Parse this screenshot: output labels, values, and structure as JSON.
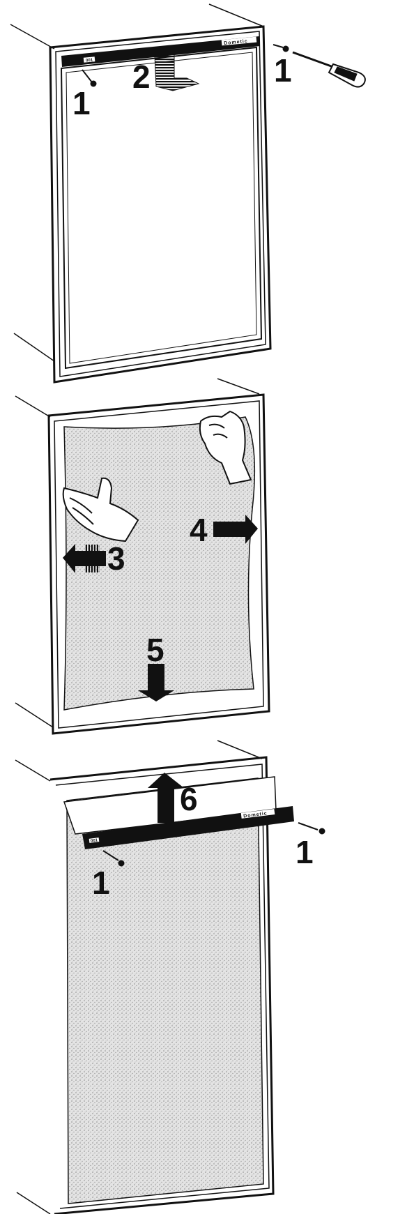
{
  "panels": [
    {
      "id": "panel-top",
      "steps": {
        "screw_left": "1",
        "slide_panel": "2",
        "screw_right": "1"
      },
      "frame_brand": "Dometic"
    },
    {
      "id": "panel-middle",
      "steps": {
        "pull_left": "3",
        "pull_right": "4",
        "slide_down": "5"
      }
    },
    {
      "id": "panel-bottom",
      "steps": {
        "lift_up": "6",
        "screw_left": "1",
        "screw_right": "1"
      },
      "frame_brand": "Dometic"
    }
  ],
  "colors": {
    "ink": "#111111",
    "panel_fill": "#d8d8d8",
    "background": "#ffffff"
  },
  "icons": [
    "screw-icon",
    "screwdriver-icon",
    "hand-icon",
    "arrow-icon"
  ]
}
